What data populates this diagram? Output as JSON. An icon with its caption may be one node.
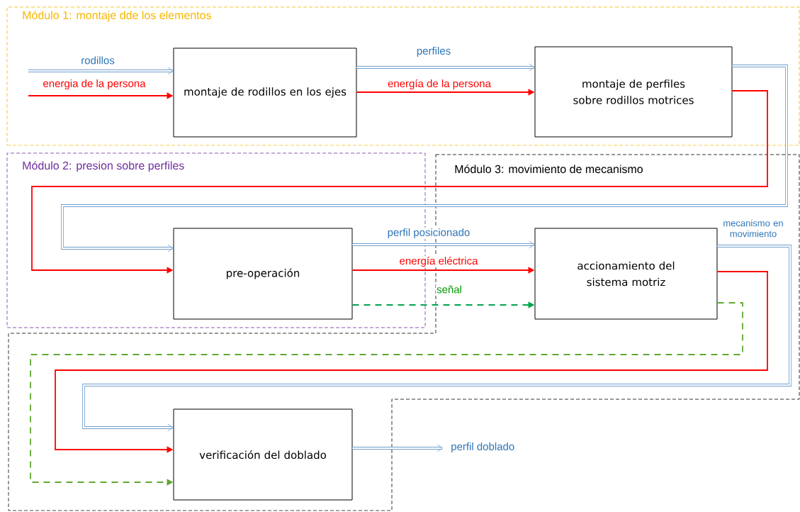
{
  "diagram": {
    "nodes": [
      {
        "text": [
          "Módulo 1: montaje dde los elementos"
        ]
      },
      {
        "text": [
          "Módulo 2: presion sobre perfiles"
        ]
      },
      {
        "text": [
          "Módulo 3: movimiento de mecanismo"
        ]
      },
      {
        "text": [
          "montaje de rodillos en los ejes"
        ],
        "in": 0
      },
      {
        "text": [
          "montaje de perfiles sobre rodillos motrices"
        ],
        "in": 0
      },
      {
        "text": [
          "pre-operación"
        ],
        "in": 1
      },
      {
        "text": [
          "accionamiento del sistema motriz"
        ],
        "in": 2
      },
      {
        "text": [
          "verificación del doblado"
        ],
        "in": 2
      }
    ],
    "edges": [
      {
        "from": null,
        "to": 3,
        "arrow": "to",
        "label": "rodillos",
        "style": "thick"
      },
      {
        "from": null,
        "to": 3,
        "arrow": "to",
        "label": "energia de la persona",
        "color": "#ff0000"
      },
      {
        "from": 3,
        "to": 4,
        "arrow": "to",
        "label": "perfiles",
        "style": "thick"
      },
      {
        "from": 3,
        "to": 4,
        "arrow": "to",
        "label": "energía de la persona",
        "color": "#ff0000"
      },
      {
        "from": 4,
        "to": 5,
        "arrow": "to",
        "style": "thick"
      },
      {
        "from": 4,
        "to": 5,
        "arrow": "to",
        "color": "#ff0000"
      },
      {
        "from": 5,
        "to": 6,
        "arrow": "to",
        "label": "perfil posicionado",
        "style": "thick"
      },
      {
        "from": 5,
        "to": 6,
        "arrow": "to",
        "label": "energía eléctrica",
        "color": "#ff0000"
      },
      {
        "from": 5,
        "to": 6,
        "arrow": "to",
        "label": "señal",
        "style": "dashed",
        "color": "#00a550"
      },
      {
        "from": 6,
        "to": 7,
        "arrow": "to",
        "label": "mecanismo en movimiento",
        "style": "thick"
      },
      {
        "from": 6,
        "to": 7,
        "arrow": "to",
        "color": "#ff0000"
      },
      {
        "from": 6,
        "to": 7,
        "arrow": "to",
        "style": "dashed",
        "color": "#5fa832"
      },
      {
        "from": 7,
        "to": null,
        "arrow": "to",
        "label": "perfil doblado",
        "style": "thick"
      }
    ]
  }
}
